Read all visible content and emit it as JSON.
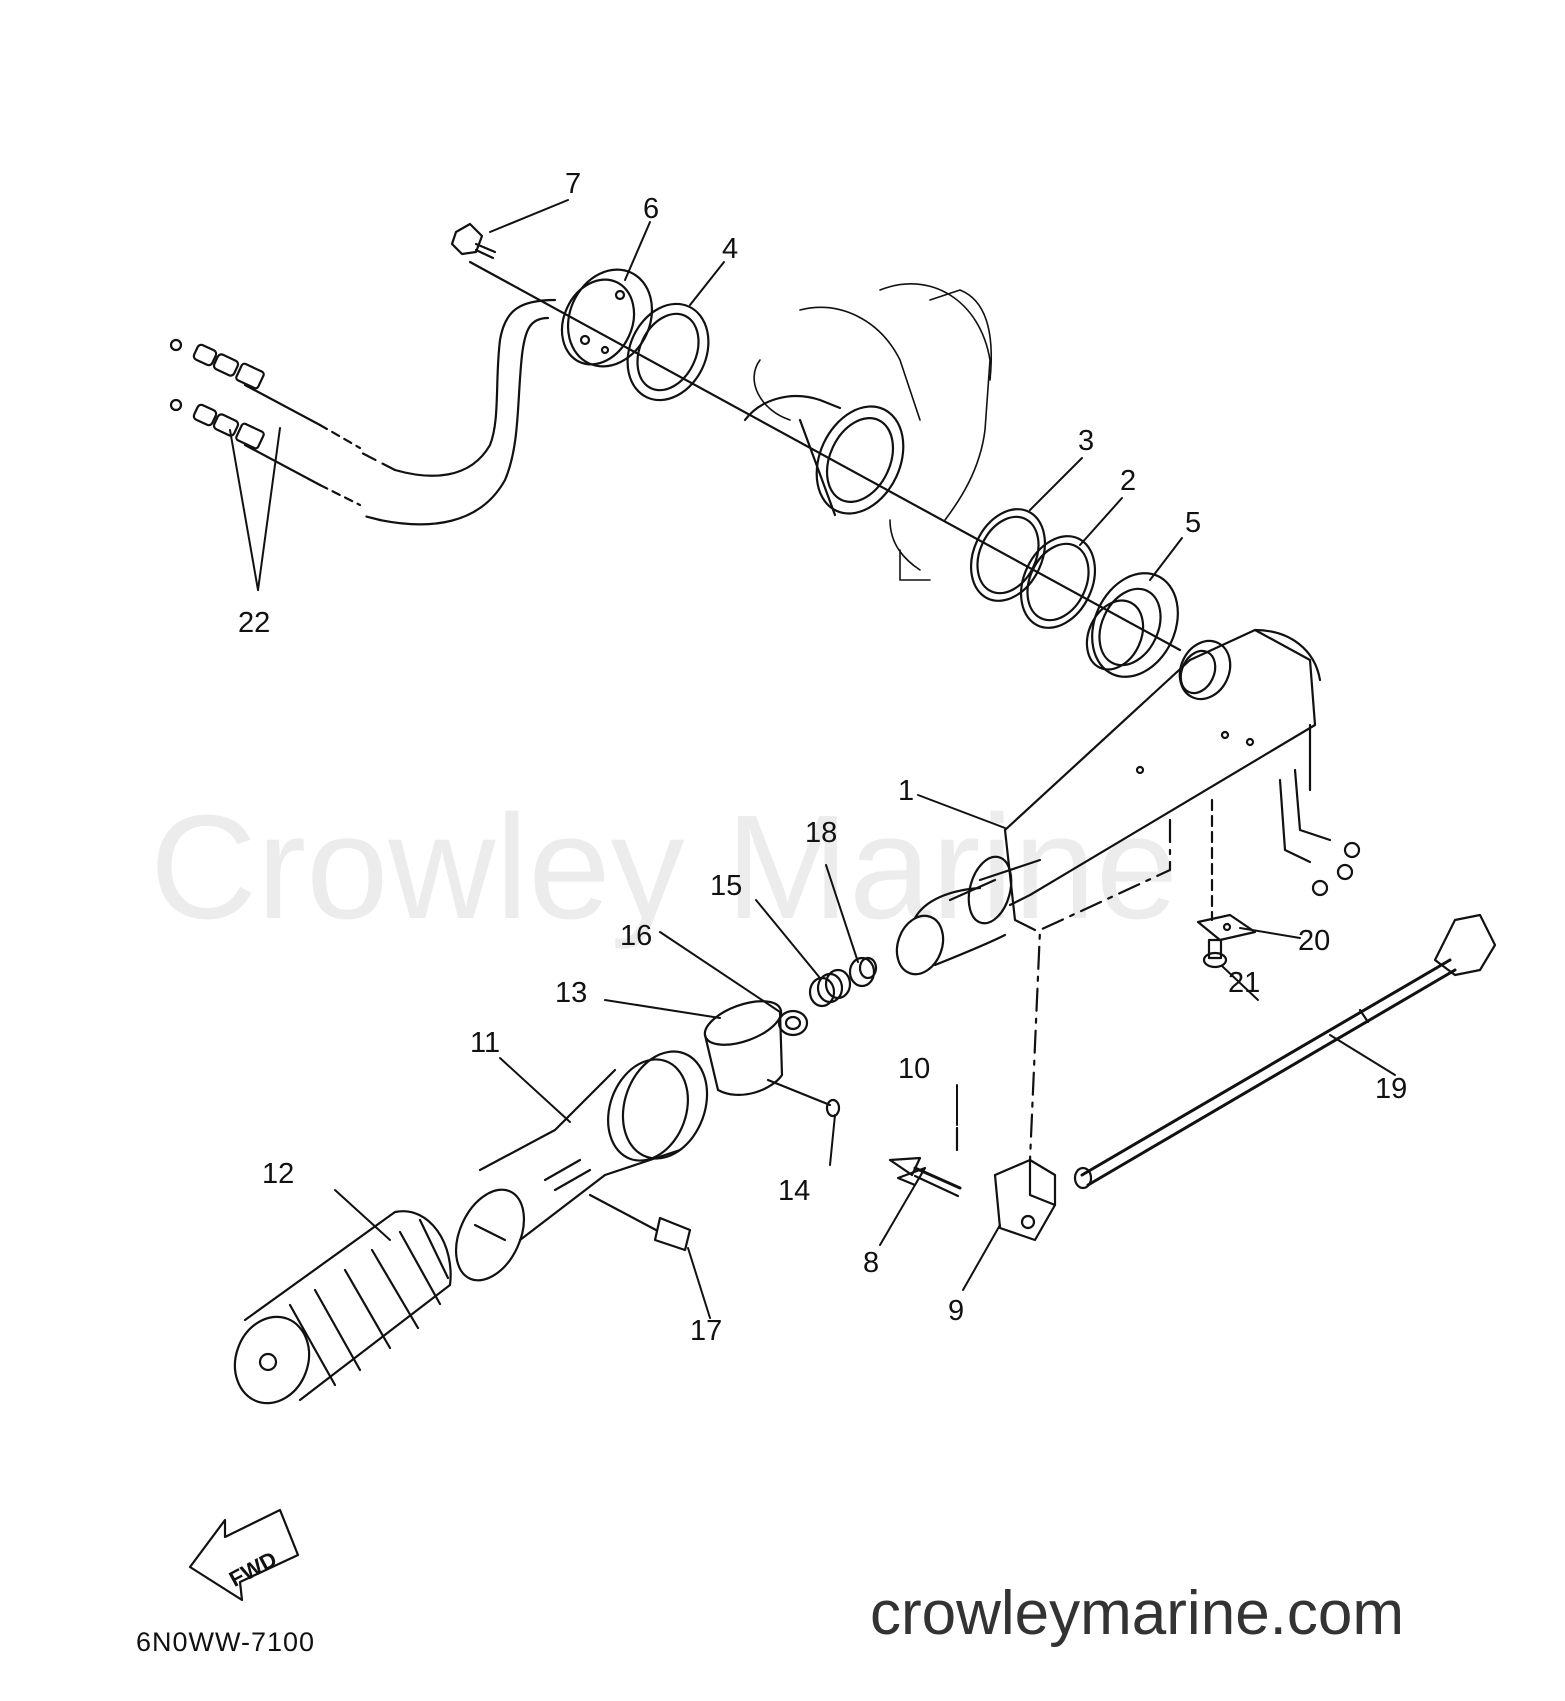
{
  "watermark": "Crowley Marine",
  "website": "crowleymarine.com",
  "diagram_code": "6N0WW-7100",
  "fwd_label": "FWD",
  "callouts": [
    {
      "id": "1",
      "label": "1"
    },
    {
      "id": "2",
      "label": "2"
    },
    {
      "id": "3",
      "label": "3"
    },
    {
      "id": "4",
      "label": "4"
    },
    {
      "id": "5",
      "label": "5"
    },
    {
      "id": "6",
      "label": "6"
    },
    {
      "id": "7",
      "label": "7"
    },
    {
      "id": "8",
      "label": "8"
    },
    {
      "id": "9",
      "label": "9"
    },
    {
      "id": "10",
      "label": "10"
    },
    {
      "id": "11",
      "label": "11"
    },
    {
      "id": "12",
      "label": "12"
    },
    {
      "id": "13",
      "label": "13"
    },
    {
      "id": "14",
      "label": "14"
    },
    {
      "id": "15",
      "label": "15"
    },
    {
      "id": "16",
      "label": "16"
    },
    {
      "id": "17",
      "label": "17"
    },
    {
      "id": "18",
      "label": "18"
    },
    {
      "id": "19",
      "label": "19"
    },
    {
      "id": "20",
      "label": "20"
    },
    {
      "id": "21",
      "label": "21"
    },
    {
      "id": "22",
      "label": "22"
    }
  ],
  "colors": {
    "ink": "#111111",
    "watermark": "#ececec"
  }
}
